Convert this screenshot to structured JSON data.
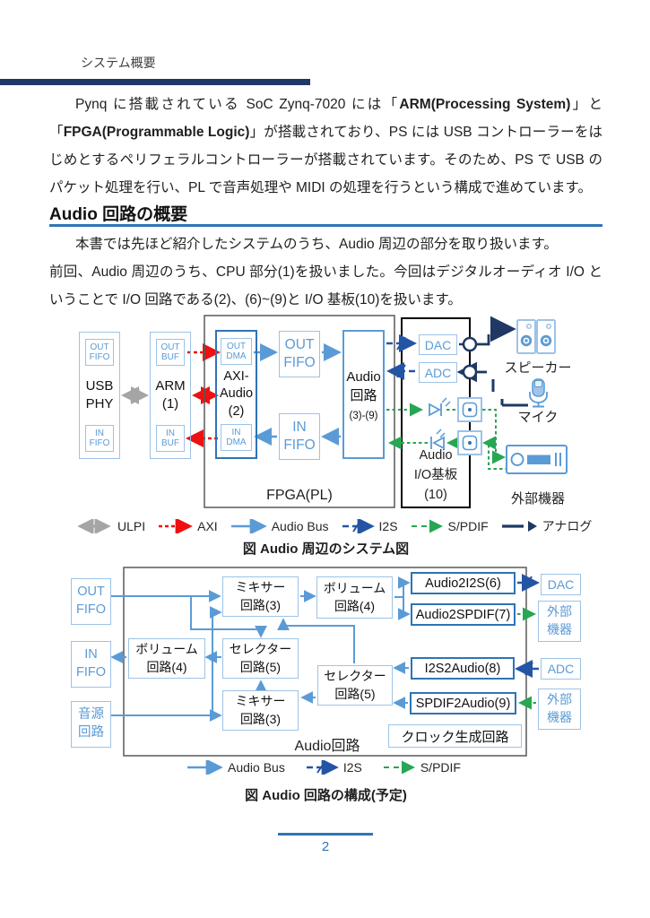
{
  "page": {
    "header_label": "システム概要",
    "page_number": "2"
  },
  "intro": {
    "p1_pre": "Pynq に搭載されている SoC Zynq-7020 には「",
    "p1_bold1": "ARM(Processing System)",
    "p1_mid": "」と「",
    "p1_bold2": "FPGA(Programmable Logic)",
    "p1_post": "」が搭載されており、PS には USB コントローラーをはじめとするペリフェラルコントローラーが搭載されています。そのため、PS で USB のパケット処理を行い、PL で音声処理や MIDI の処理を行うという構成で進めています。"
  },
  "section": {
    "heading": "Audio 回路の概要",
    "p2": "本書では先ほど紹介したシステムのうち、Audio 周辺の部分を取り扱います。",
    "p3": "前回、Audio 周辺のうち、CPU 部分(1)を扱いました。今回はデジタルオーディオ I/O ということで I/O 回路である(2)、(6)~(9)と I/O 基板(10)を扱います。"
  },
  "diagram1": {
    "caption": "図 Audio 周辺のシステム図",
    "fpga_label": "FPGA(PL)",
    "io_board_label": "Audio\nI/O基板\n(10)",
    "usb_phy": "USB\nPHY",
    "usb_out_fifo": "OUT\nFIFO",
    "usb_in_fifo": "IN\nFIFO",
    "arm": "ARM\n(1)",
    "out_buf": "OUT\nBUF",
    "in_buf": "IN\nBUF",
    "axi_audio": "AXI-\nAudio\n(2)",
    "out_dma": "OUT\nDMA",
    "in_dma": "IN\nDMA",
    "out_fifo": "OUT\nFIFO",
    "in_fifo": "IN\nFIFO",
    "audio_circuit_main": "Audio\n回路",
    "audio_circuit_sub": "(3)-(9)",
    "dac": "DAC",
    "adc": "ADC",
    "speaker_label": "スピーカー",
    "mic_label": "マイク",
    "ext_label": "外部機器"
  },
  "legend1": {
    "ulpi": "ULPI",
    "axi": "AXI",
    "audio_bus": "Audio Bus",
    "i2s": "I2S",
    "spdif": "S/PDIF",
    "analog": "アナログ"
  },
  "diagram2": {
    "caption": "図 Audio 回路の構成(予定)",
    "outer_label": "Audio回路",
    "out_fifo": "OUT\nFIFO",
    "in_fifo": "IN\nFIFO",
    "source": "音源\n回路",
    "mixer_top": "ミキサー\n回路(3)",
    "mixer_bottom": "ミキサー\n回路(3)",
    "volume_left": "ボリューム\n回路(4)",
    "volume_right": "ボリューム\n回路(4)",
    "selector_mid": "セレクター\n回路(5)",
    "selector_right": "セレクター\n回路(5)",
    "audio2i2s": "Audio2I2S(6)",
    "audio2spdif": "Audio2SPDIF(7)",
    "i2s2audio": "I2S2Audio(8)",
    "spdif2audio": "SPDIF2Audio(9)",
    "clockgen": "クロック生成回路",
    "dac": "DAC",
    "adc": "ADC",
    "ext_top": "外部\n機器",
    "ext_bottom": "外部\n機器"
  },
  "legend2": {
    "audio_bus": "Audio Bus",
    "i2s": "I2S",
    "spdif": "S/PDIF"
  },
  "colors": {
    "accent_light_blue": "#5B9BD5",
    "accent_pale_blue": "#9DC3E6",
    "accent_strong_blue": "#2E74B5",
    "i2s_blue": "#2455A4",
    "spdif_green": "#27A653",
    "axi_red": "#EE1111",
    "ulpi_gray": "#A5A5A5",
    "analog_navy": "#1F3864",
    "rule_blue": "#2E75B6"
  }
}
